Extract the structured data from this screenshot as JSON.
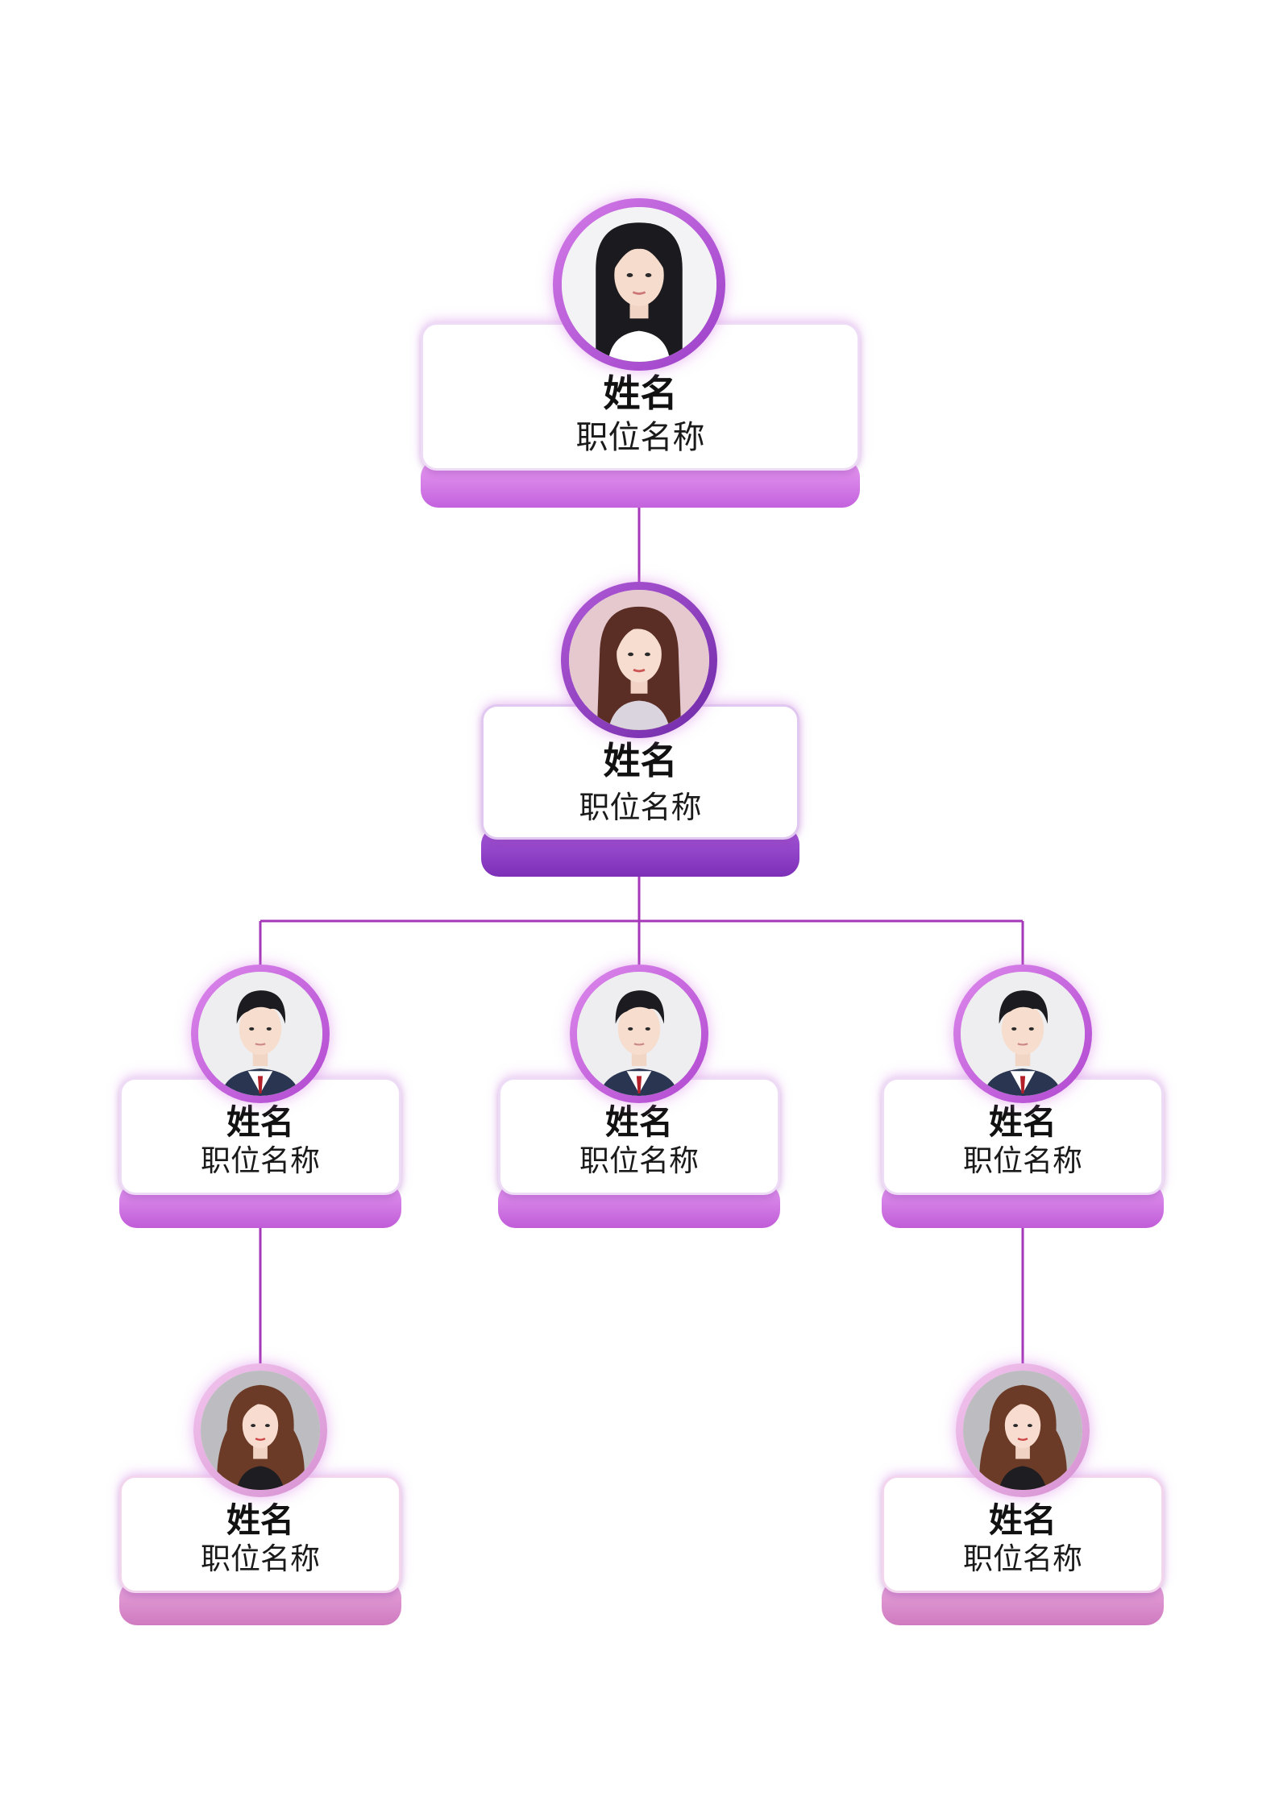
{
  "colors": {
    "line": "#a438b8",
    "ring": "#b35ad8",
    "base_pink": "#d27ee6",
    "base_purple": "#8d3fd0",
    "base_rose": "#d486c8"
  },
  "org_chart": {
    "level1": {
      "name": "姓名",
      "title": "职位名称",
      "photo": "female-long-black-hair-avatar"
    },
    "level2": {
      "name": "姓名",
      "title": "职位名称",
      "photo": "female-brown-hair-avatar"
    },
    "level3": [
      {
        "name": "姓名",
        "title": "职位名称",
        "photo": "male-suit-avatar"
      },
      {
        "name": "姓名",
        "title": "职位名称",
        "photo": "male-suit-avatar"
      },
      {
        "name": "姓名",
        "title": "职位名称",
        "photo": "male-suit-avatar"
      }
    ],
    "level4": [
      {
        "name": "姓名",
        "title": "职位名称",
        "photo": "female-wavy-hair-avatar"
      },
      {
        "name": "姓名",
        "title": "职位名称",
        "photo": "female-wavy-hair-avatar"
      }
    ]
  }
}
